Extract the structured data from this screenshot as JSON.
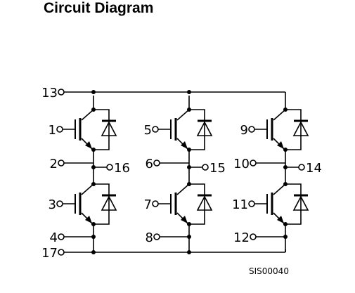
{
  "title": "Circuit Diagram",
  "drawing_code": "SIS00040",
  "pins": {
    "p1": "1",
    "p2": "2",
    "p3": "3",
    "p4": "4",
    "p5": "5",
    "p6": "6",
    "p7": "7",
    "p8": "8",
    "p9": "9",
    "p10": "10",
    "p11": "11",
    "p12": "12",
    "p13": "13",
    "p14": "14",
    "p15": "15",
    "p16": "16",
    "p17": "17"
  },
  "colors": {
    "ink": "#000000",
    "background": "#ffffff"
  }
}
